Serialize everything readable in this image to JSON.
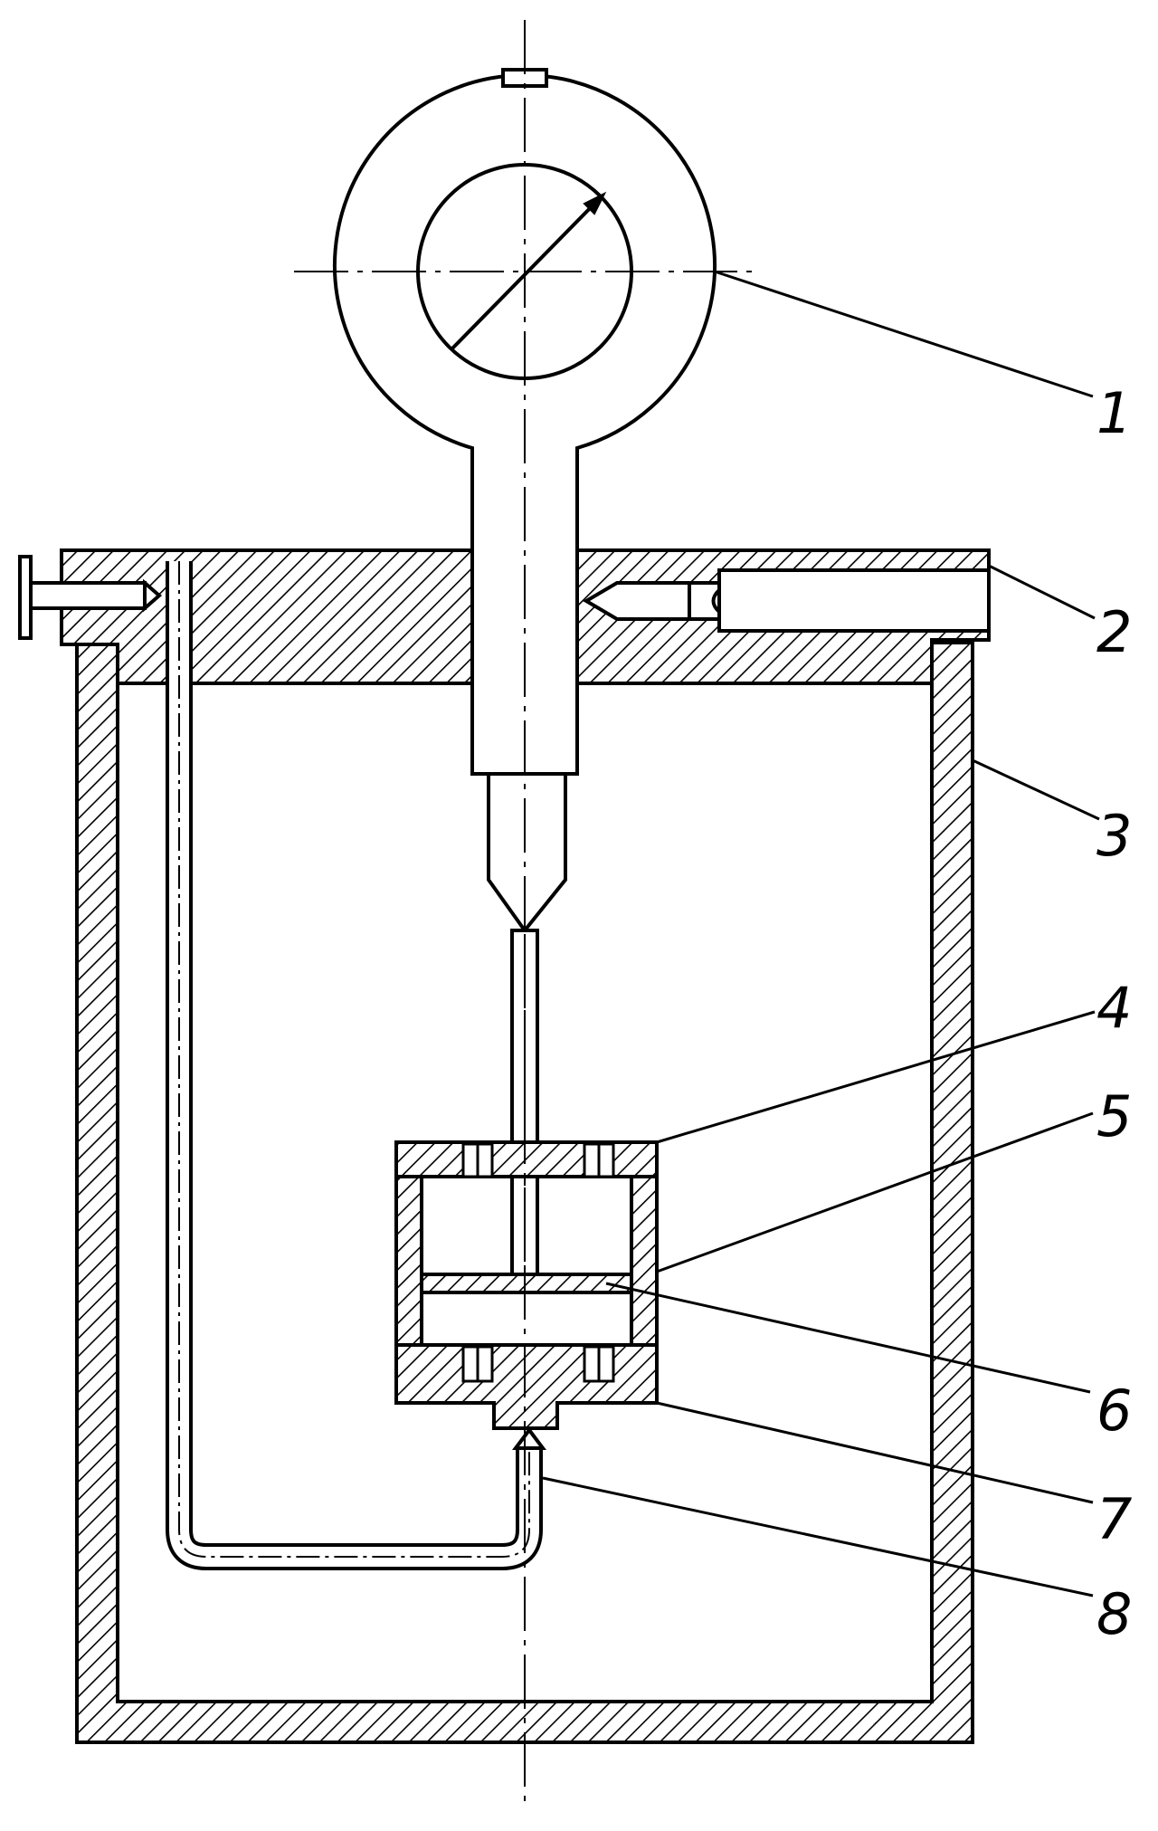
{
  "diagram": {
    "stroke_color": "#000000",
    "background_color": "#ffffff",
    "callouts": [
      {
        "label": "1",
        "part": "pressure-gauge"
      },
      {
        "label": "2",
        "part": "lid"
      },
      {
        "label": "3",
        "part": "container"
      },
      {
        "label": "4",
        "part": "cell-top-cap"
      },
      {
        "label": "5",
        "part": "cell-wall"
      },
      {
        "label": "6",
        "part": "piston-plate"
      },
      {
        "label": "7",
        "part": "cell-bottom-cap"
      },
      {
        "label": "8",
        "part": "inlet-tube"
      }
    ]
  }
}
